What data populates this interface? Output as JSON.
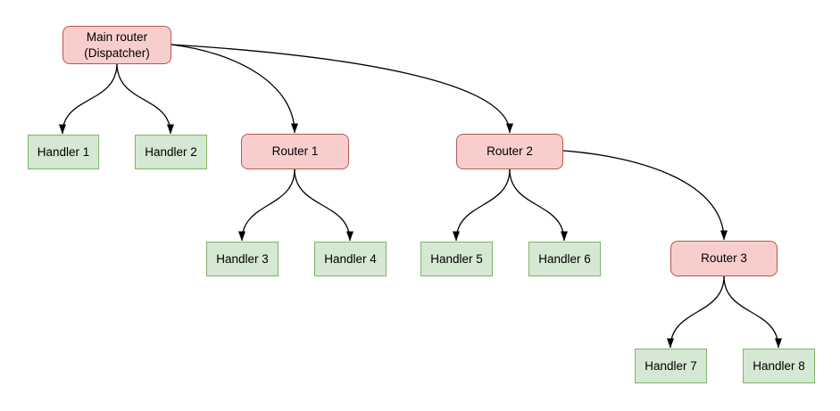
{
  "diagram": {
    "type": "tree-flow-diagram",
    "background": "#ffffff",
    "palette": {
      "router_fill": "#f8cecc",
      "router_border": "#b85450",
      "handler_fill": "#d5e8d4",
      "handler_border": "#82b366",
      "edge_color": "#000000",
      "text_color": "#000000"
    },
    "nodes": {
      "main": {
        "label": "Main router\n(Dispatcher)",
        "type": "router"
      },
      "router1": {
        "label": "Router 1",
        "type": "router"
      },
      "router2": {
        "label": "Router 2",
        "type": "router"
      },
      "router3": {
        "label": "Router 3",
        "type": "router"
      },
      "handler1": {
        "label": "Handler 1",
        "type": "handler"
      },
      "handler2": {
        "label": "Handler 2",
        "type": "handler"
      },
      "handler3": {
        "label": "Handler 3",
        "type": "handler"
      },
      "handler4": {
        "label": "Handler 4",
        "type": "handler"
      },
      "handler5": {
        "label": "Handler 5",
        "type": "handler"
      },
      "handler6": {
        "label": "Handler 6",
        "type": "handler"
      },
      "handler7": {
        "label": "Handler 7",
        "type": "handler"
      },
      "handler8": {
        "label": "Handler 8",
        "type": "handler"
      }
    },
    "edges": [
      {
        "from": "main",
        "to": "handler1"
      },
      {
        "from": "main",
        "to": "handler2"
      },
      {
        "from": "main",
        "to": "router1"
      },
      {
        "from": "main",
        "to": "router2"
      },
      {
        "from": "router1",
        "to": "handler3"
      },
      {
        "from": "router1",
        "to": "handler4"
      },
      {
        "from": "router2",
        "to": "handler5"
      },
      {
        "from": "router2",
        "to": "handler6"
      },
      {
        "from": "router2",
        "to": "router3"
      },
      {
        "from": "router3",
        "to": "handler7"
      },
      {
        "from": "router3",
        "to": "handler8"
      }
    ]
  }
}
